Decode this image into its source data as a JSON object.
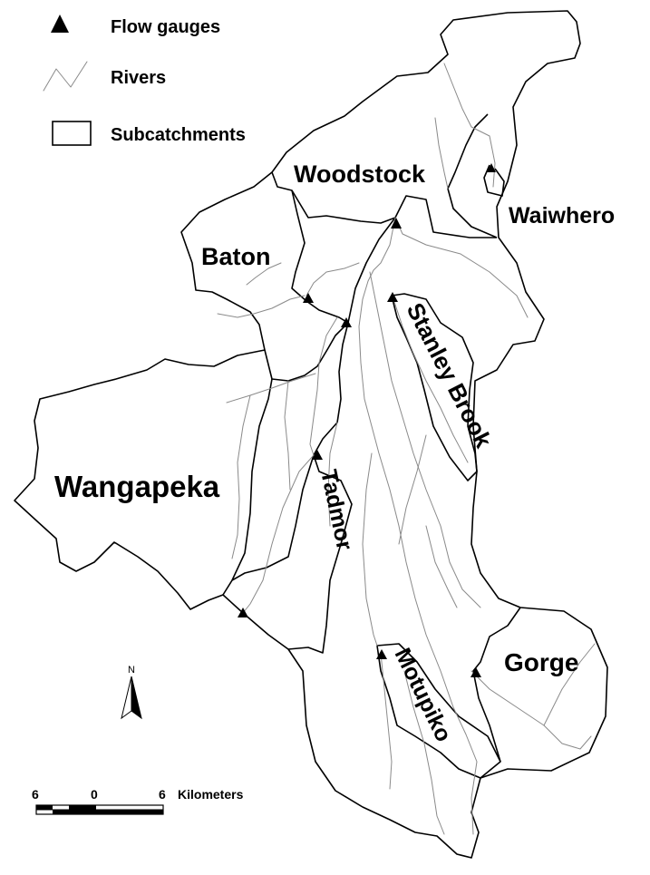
{
  "legend": {
    "gauges": "Flow gauges",
    "rivers": "Rivers",
    "subcatchments": "Subcatchments"
  },
  "subcatchments": {
    "woodstock": "Woodstock",
    "waiwhero": "Waiwhero",
    "baton": "Baton",
    "stanley_brook": "Stanley Brook",
    "wangapeka": "Wangapeka",
    "tadmor": "Tadmor",
    "gorge": "Gorge",
    "motupiko": "Motupiko"
  },
  "north_arrow": {
    "label": "N"
  },
  "scale_bar": {
    "left_tick": "6",
    "mid_tick": "0",
    "right_tick": "6",
    "unit": "Kilometers"
  },
  "colors": {
    "boundary": "#000000",
    "river": "#8a8a8a",
    "gauge": "#000000"
  }
}
